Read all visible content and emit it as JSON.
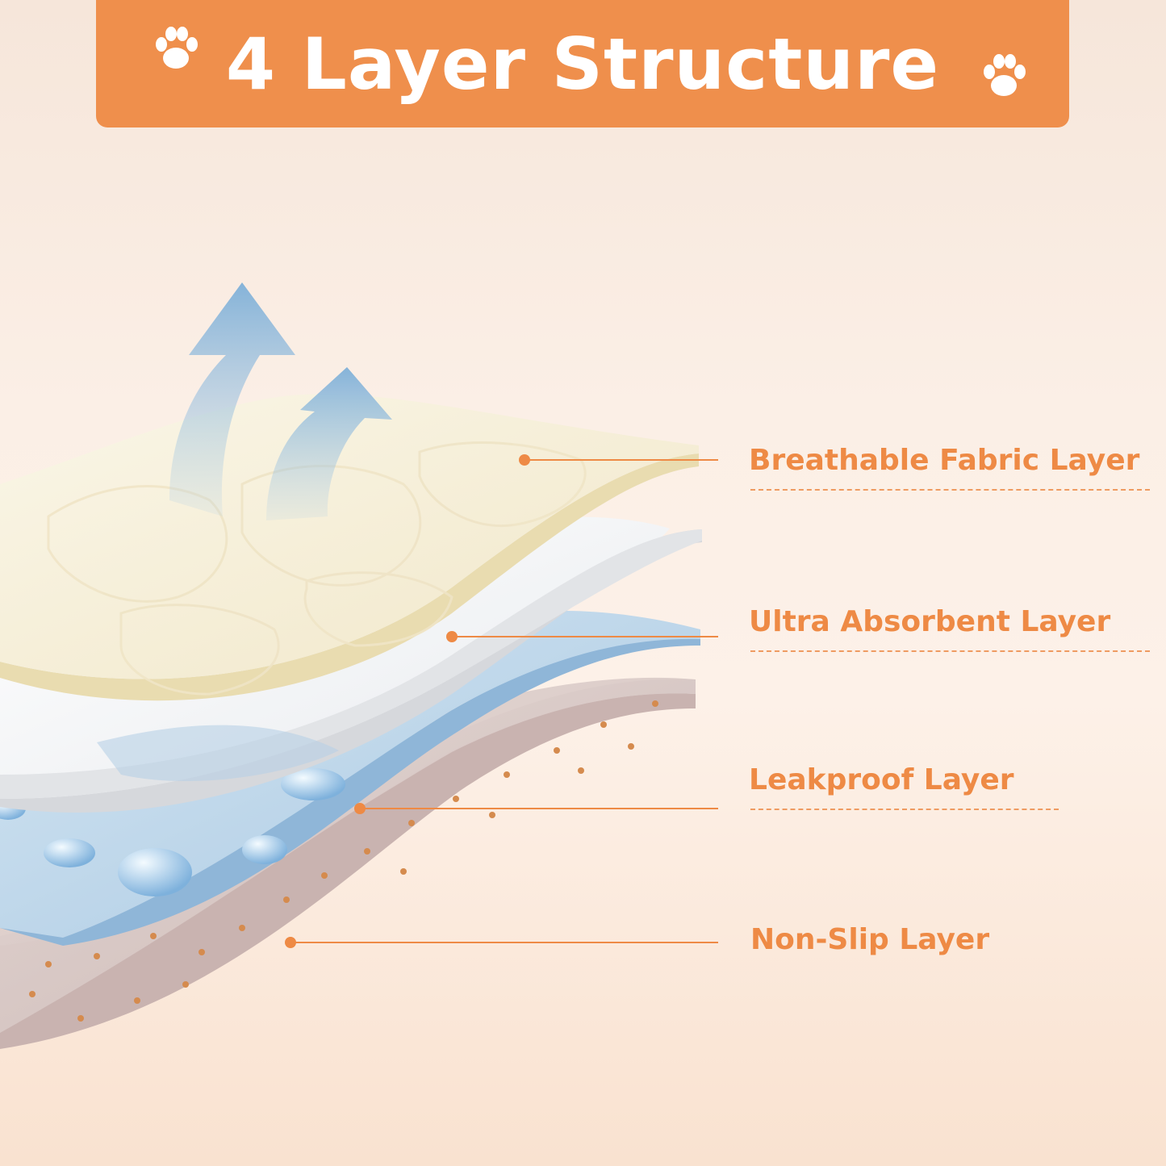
{
  "header": {
    "title": "4 Layer Structure",
    "paw_icon": "paw-print-icon",
    "bg_color": "#ef8f4c",
    "text_color": "#ffffff"
  },
  "layers": [
    {
      "label": "Breathable Fabric Layer",
      "color": "#f4ead4"
    },
    {
      "label": "Ultra Absorbent Layer",
      "color": "#f2f2f2"
    },
    {
      "label": "Leakproof Layer",
      "color": "#bcd6ea"
    },
    {
      "label": "Non-Slip Layer",
      "color": "#d9c9c6"
    }
  ],
  "accent_color": "#ee8a45",
  "arrow_icon": "airflow-up-arrow-icon"
}
